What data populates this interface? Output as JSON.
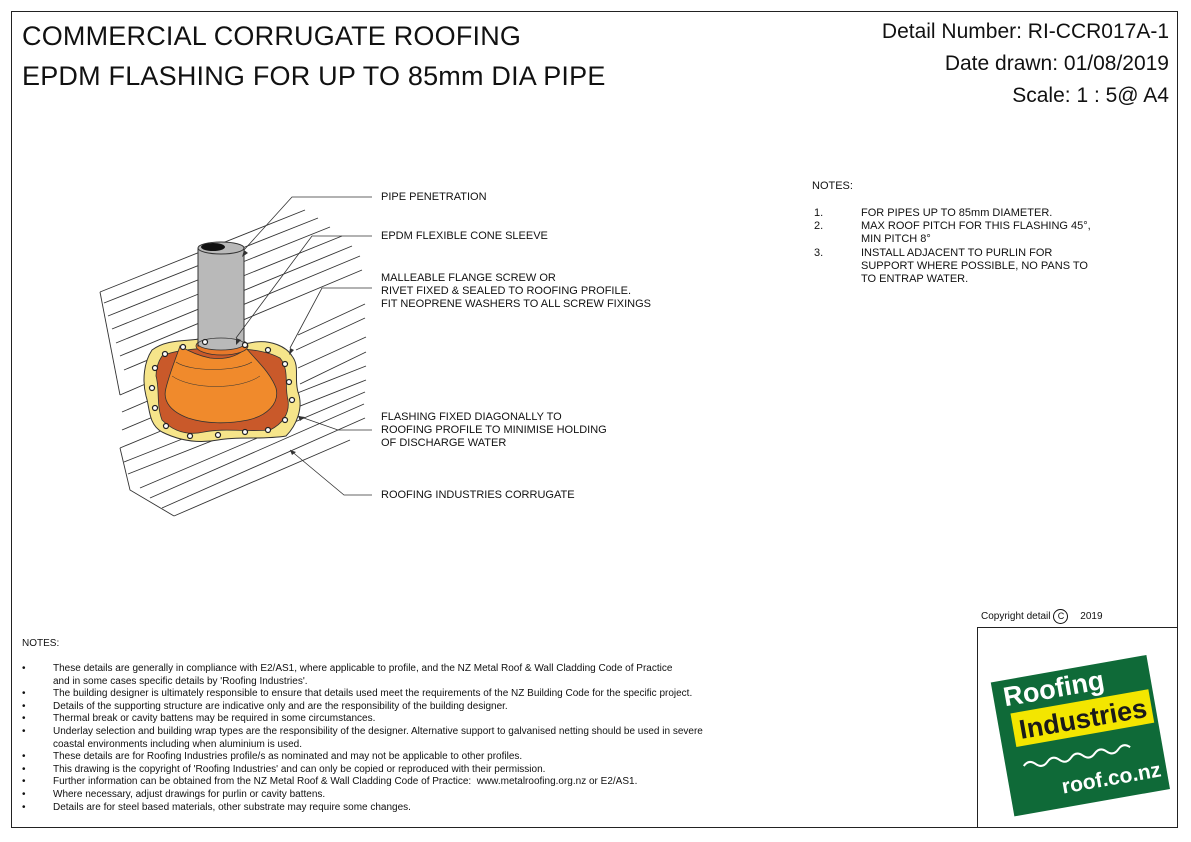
{
  "title": {
    "line1": "COMMERCIAL CORRUGATE ROOFING",
    "line2": "EPDM FLASHING FOR UP TO 85mm DIA PIPE"
  },
  "meta": {
    "detail_number": "Detail Number:  RI-CCR017A-1",
    "date_drawn": "Date drawn:  01/08/2019",
    "scale": "Scale:   1 : 5@ A4"
  },
  "labels": {
    "pipe": "PIPE PENETRATION",
    "sleeve": "EPDM FLEXIBLE CONE SLEEVE",
    "flange": "MALLEABLE FLANGE SCREW OR\nRIVET FIXED & SEALED TO ROOFING PROFILE.\nFIT NEOPRENE WASHERS TO ALL SCREW FIXINGS",
    "diagonal": "FLASHING FIXED DIAGONALLY TO\nROOFING PROFILE TO MINIMISE HOLDING\nOF DISCHARGE WATER",
    "corrugate": "ROOFING INDUSTRIES CORRUGATE"
  },
  "notes_right": {
    "heading": "NOTES:",
    "items": [
      {
        "num": "1.",
        "text": "FOR PIPES UP TO 85mm DIAMETER."
      },
      {
        "num": "2.",
        "text": "MAX ROOF PITCH FOR THIS FLASHING 45°,\nMIN PITCH 8°"
      },
      {
        "num": "3.",
        "text": "INSTALL ADJACENT TO PURLIN FOR\nSUPPORT WHERE POSSIBLE, NO PANS TO\nTO ENTRAP WATER."
      }
    ]
  },
  "notes_general": {
    "heading": "NOTES:",
    "bullet": "•",
    "items": [
      "These details are generally in compliance with E2/AS1, where applicable to profile, and the NZ Metal Roof & Wall Cladding Code of Practice\nand in some cases specific details by 'Roofing Industries'.",
      "The building designer is ultimately responsible to ensure that details used meet the requirements of the NZ Building Code for the specific project.",
      "Details of the supporting structure are indicative only and are the responsibility of the building designer.",
      "Thermal break or cavity battens may be required in some circumstances.",
      "Underlay selection and building wrap types are the responsibility of the designer. Alternative support to galvanised netting should be used in severe\ncoastal environments including when aluminium is used.",
      "These details are for Roofing Industries profile/s as nominated and may not be applicable to other profiles.",
      "This drawing is the copyright of 'Roofing Industries' and can only be copied or reproduced with their permission.",
      "Further information can be obtained from the NZ Metal Roof & Wall Cladding Code of Practice:  www.metalroofing.org.nz or E2/AS1.",
      "Where necessary, adjust drawings for purlin or cavity battens.",
      "Details are for steel based materials, other substrate may require some changes."
    ]
  },
  "copyright": {
    "label": "Copyright detail",
    "symbol": "C",
    "year": "2019"
  },
  "logo": {
    "word1": "Roofing",
    "word2": "Industries",
    "url": "roof.co.nz",
    "colors": {
      "green": "#0f6a38",
      "yellow": "#f3e600",
      "text_dark": "#1a1a1a"
    }
  },
  "drawing_colors": {
    "pipe": "#b9b9b9",
    "cone": "#f08a2c",
    "flange_dark": "#c9592a",
    "sealant": "#f6e58a"
  },
  "icons": [
    "pipe-flashing-drawing",
    "copyright-icon",
    "roofing-industries-logo"
  ]
}
